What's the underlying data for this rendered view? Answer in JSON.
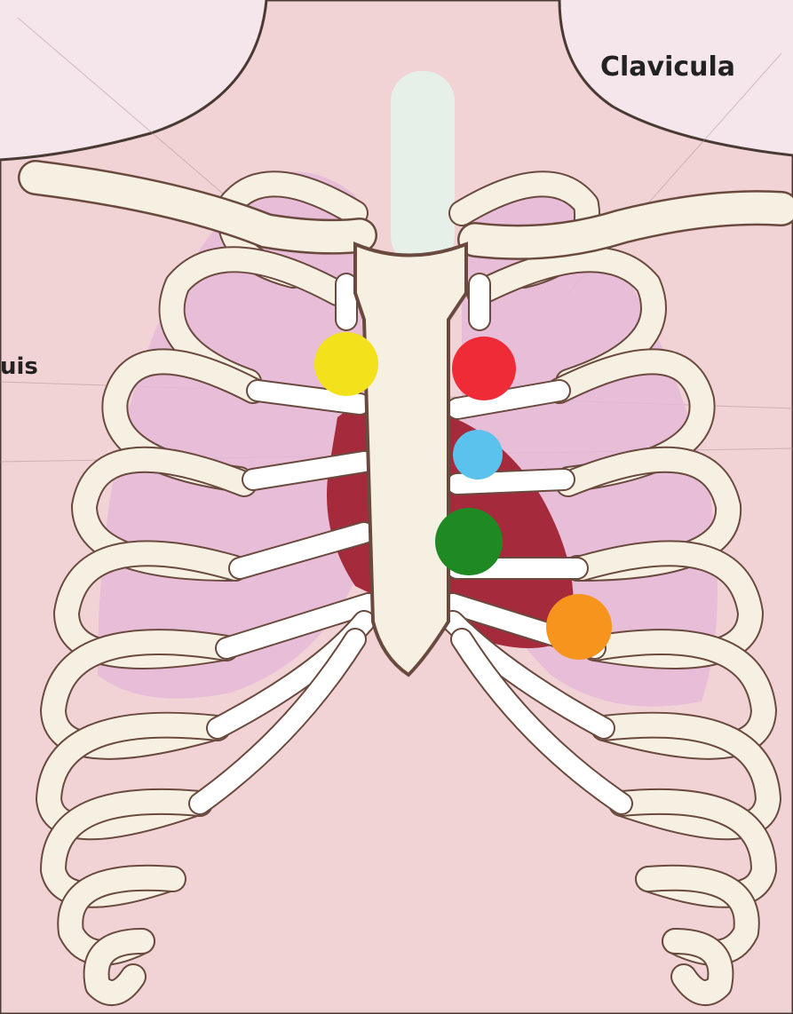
{
  "labels": {
    "clavicula": "Clavicula",
    "left_partial": "uis"
  },
  "markers": [
    {
      "name": "yellow-auscultation-point",
      "color": "#f2e11b"
    },
    {
      "name": "red-auscultation-point",
      "color": "#ee2b36"
    },
    {
      "name": "blue-auscultation-point",
      "color": "#5bc2ee"
    },
    {
      "name": "green-auscultation-point",
      "color": "#1f8a24"
    },
    {
      "name": "orange-auscultation-point",
      "color": "#f7941d"
    }
  ],
  "colors": {
    "background": "#f4e6ea",
    "skin": "#f1d3d6",
    "lung": "#e6b8d8",
    "heart": "#a52a3c",
    "bone": "#f6f0e2",
    "outline": "#6a4a3e",
    "trachea": "#e4f2ea"
  }
}
